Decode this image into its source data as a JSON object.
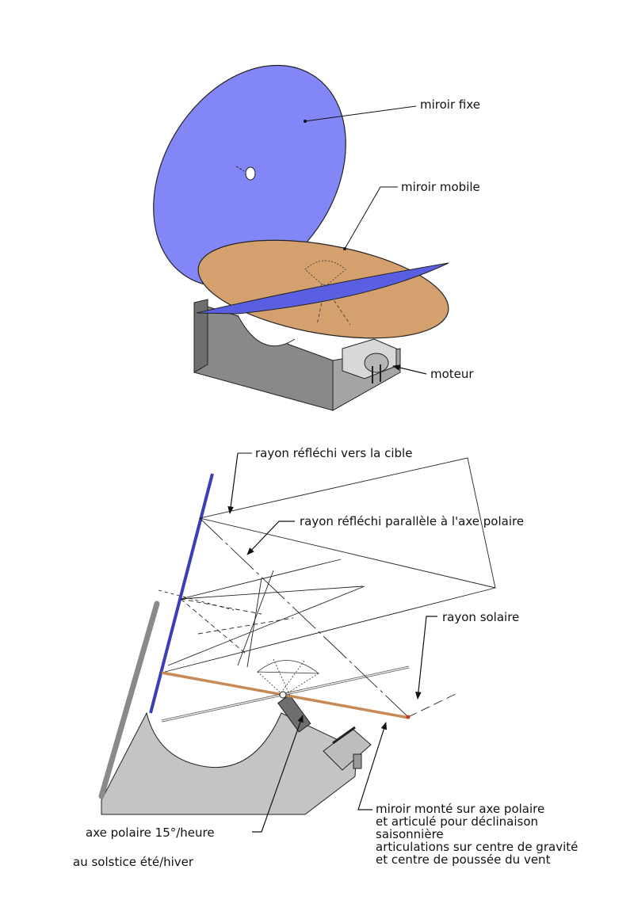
{
  "labels": {
    "fixed_mirror": "miroir fixe",
    "mobile_mirror": "miroir mobile",
    "motor": "moteur",
    "reflected_to_target": "rayon réfléchi vers la cible",
    "reflected_parallel": "rayon réfléchi parallèle à l'axe polaire",
    "solar_ray": "rayon solaire",
    "mirror_mount_line1": "miroir monté sur axe polaire",
    "mirror_mount_line2": "et articulé pour déclinaison",
    "mirror_mount_line3": "saisonnière",
    "mirror_mount_line4": "articulations sur centre de gravité",
    "mirror_mount_line5": "et centre de poussée du vent",
    "polar_axis": "axe polaire 15°/heure",
    "solstice": "au solstice été/hiver"
  },
  "colors": {
    "fixed_mirror": "#8386f6",
    "mobile_mirror": "#d4a06e",
    "mirror_edge": "#3a3fb8",
    "base": "#898989",
    "base_light": "#c4c4c4",
    "line": "#111111"
  }
}
